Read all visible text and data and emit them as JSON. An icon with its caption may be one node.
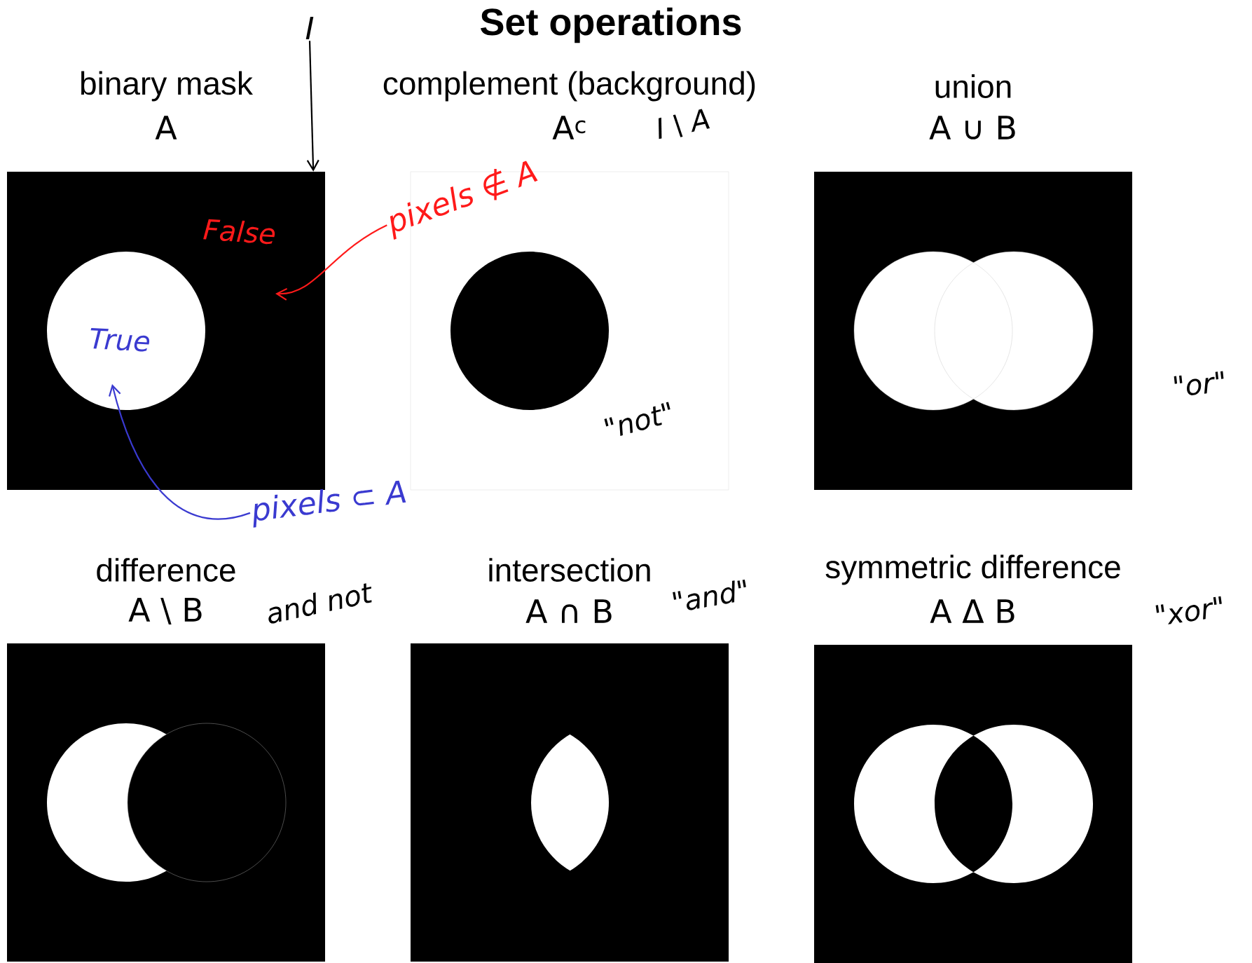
{
  "diagram": {
    "title": "Set operations",
    "nodes": [
      {
        "text": [
          "binary mask",
          "A"
        ]
      },
      {
        "text": [
          "complement (background)",
          "A$^{c}$"
        ]
      },
      {
        "text": [
          "union",
          "A ∪ B"
        ]
      },
      {
        "text": [
          "difference",
          "A \\ B"
        ]
      },
      {
        "text": [
          "intersection",
          "A ∩ B"
        ]
      },
      {
        "text": [
          "symmetric difference",
          "A Δ B"
        ]
      },
      {
        "text": [
          "I"
        ]
      },
      {
        "text": [
          "pixels ∉ A"
        ]
      },
      {
        "text": [
          "pixels ⊂ A"
        ]
      }
    ],
    "edges": [
      {
        "from": 6,
        "to": 0,
        "arrow": "to"
      },
      {
        "from": 7,
        "to": 0,
        "arrow": "to",
        "color": "#ff1a1a"
      },
      {
        "from": 8,
        "to": 0,
        "arrow": "to",
        "color": "#3a3ad0"
      }
    ],
    "labels": [
      "I \\ A",
      "False",
      "True",
      "\"or\"",
      "\"not\"",
      "and not",
      "\"and\"",
      "\"xor\""
    ]
  }
}
